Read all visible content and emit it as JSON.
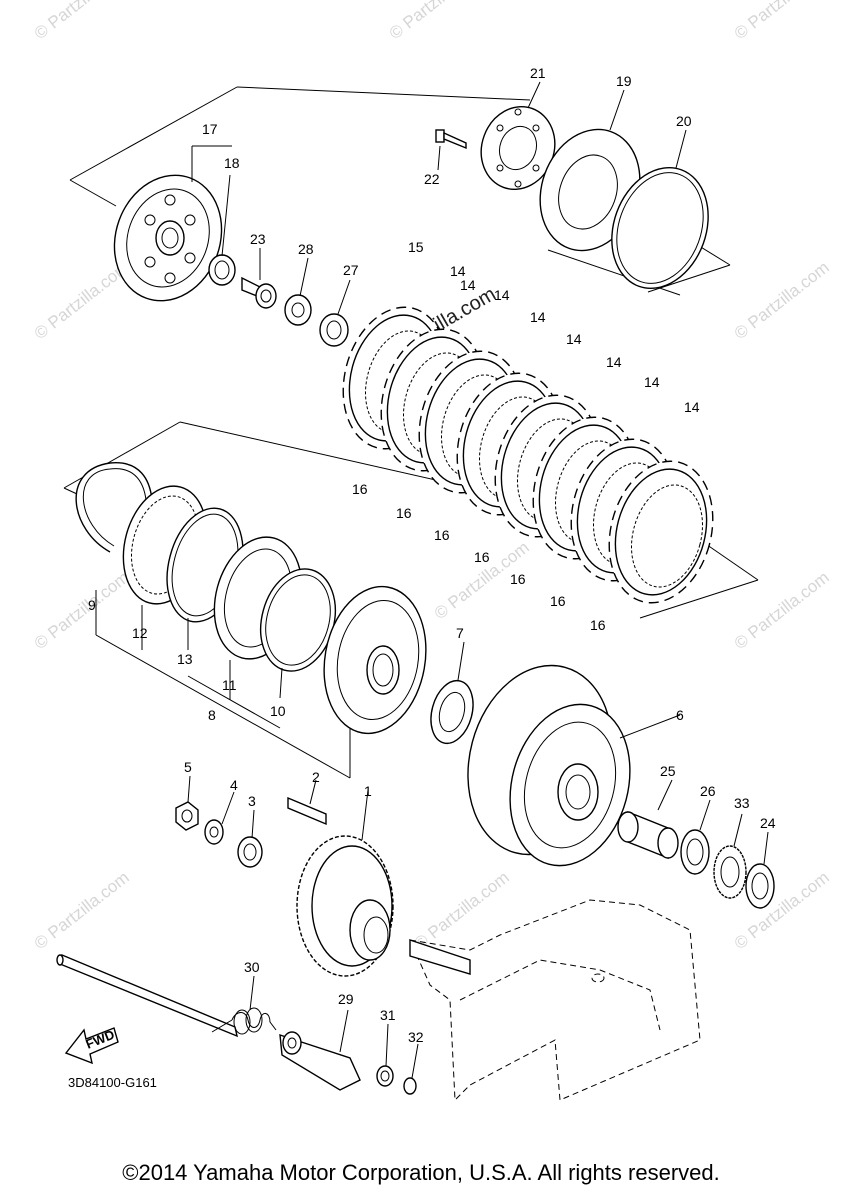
{
  "diagram": {
    "watermark_text": "© Partzilla.com",
    "watermark_center": "Partzilla.com",
    "fwd_label": "FWD",
    "drawing_code": "3D84100-G161",
    "copyright": "©2014  Yamaha Motor Corporation, U.S.A. All rights reserved.",
    "callouts": {
      "p1": "1",
      "p2": "2",
      "p3": "3",
      "p4": "4",
      "p5": "5",
      "p6": "6",
      "p7": "7",
      "p8": "8",
      "p9": "9",
      "p10": "10",
      "p11": "11",
      "p12": "12",
      "p13": "13",
      "p14": "14",
      "p15": "15",
      "p16": "16",
      "p17": "17",
      "p18": "18",
      "p19": "19",
      "p20": "20",
      "p21": "21",
      "p22": "22",
      "p23": "23",
      "p24": "24",
      "p25": "25",
      "p26": "26",
      "p27": "27",
      "p28": "28",
      "p29": "29",
      "p30": "30",
      "p31": "31",
      "p32": "32",
      "p33": "33"
    }
  }
}
